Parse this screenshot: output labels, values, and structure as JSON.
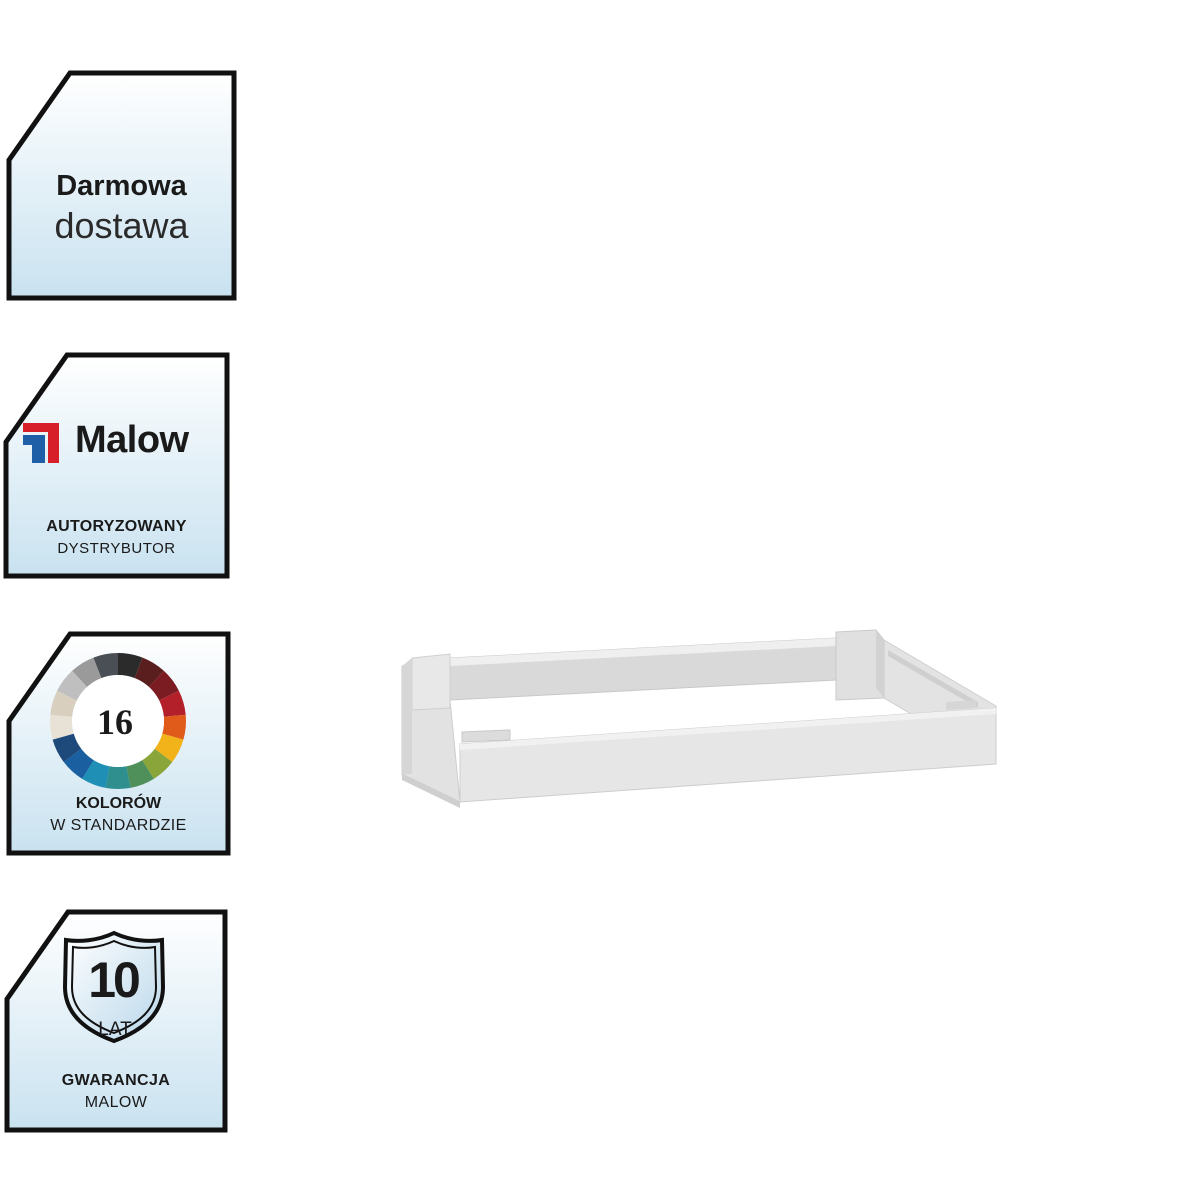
{
  "badges": {
    "delivery": {
      "line1": "Darmowa",
      "line2": "dostawa"
    },
    "distributor": {
      "brand": "Malow",
      "line1": "AUTORYZOWANY",
      "line2": "DYSTRYBUTOR"
    },
    "colors": {
      "count": "16",
      "line1": "KOLORÓW",
      "line2": "W STANDARDZIE",
      "palette": [
        "#2b2b2b",
        "#5a1e1e",
        "#7a1c22",
        "#b3202a",
        "#e05a1a",
        "#f2b21a",
        "#8aa53a",
        "#4f8f5a",
        "#2f8f8f",
        "#1f8fb5",
        "#1a5fa0",
        "#1d4a7a",
        "#e8e2d6",
        "#d8cfbf",
        "#bfbfbf",
        "#9a9a9a",
        "#4a4f55"
      ]
    },
    "warranty": {
      "years": "10",
      "unit": "LAT",
      "line1": "GWARANCJA",
      "line2": "MALOW"
    }
  },
  "colors": {
    "frame": "#111111",
    "badge_gradient_top": "#ffffff",
    "badge_gradient_bottom": "#c9e2f0",
    "product": "#e6e6e6"
  }
}
